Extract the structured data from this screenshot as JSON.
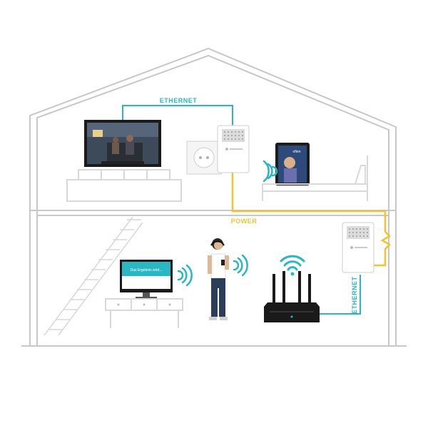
{
  "labels": {
    "ethernet_top": "ETHERNET",
    "power": "POWER",
    "ethernet_side": "ETHERNET"
  },
  "screens": {
    "tablet_text": "often",
    "monitor_text": "Das Ergebnis wird..."
  },
  "colors": {
    "house_outline": "#c8c8c8",
    "ethernet": "#2ab7c4",
    "power": "#f2c230",
    "wifi": "#2ab7c4",
    "furniture": "#d9d9d9"
  },
  "icons": [
    "house-outline",
    "tv-icon",
    "powerline-adapter-icon",
    "tablet-icon",
    "bed-icon",
    "stairs-icon",
    "monitor-icon",
    "person-icon",
    "router-icon",
    "wifi-icon"
  ]
}
